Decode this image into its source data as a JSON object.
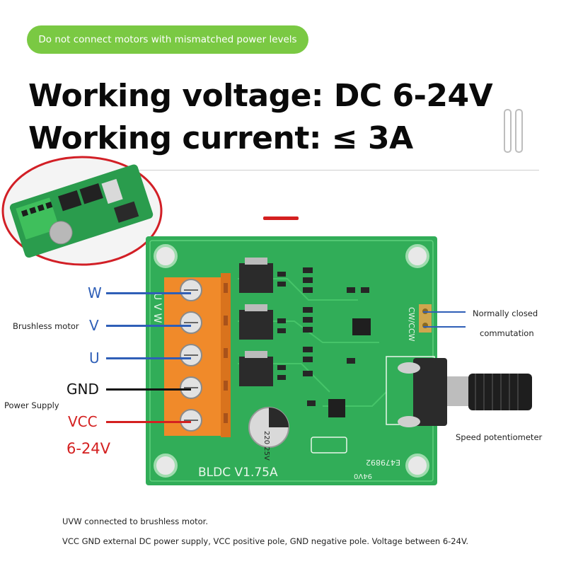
{
  "banner": "Do not connect motors with mismatched power levels",
  "headline": {
    "voltage": "Working voltage: DC 6-24V",
    "current": "Working current: ≤ 3A"
  },
  "wires": {
    "w": "W",
    "v": "V",
    "u": "U",
    "gnd": "GND",
    "vcc": "VCC",
    "voltage_range": "6-24V"
  },
  "labels": {
    "brushless_motor": "Brushless motor",
    "power_supply": "Power Supply",
    "normally_closed": "Normally closed",
    "commutation": "commutation",
    "speed_pot": "Speed potentiometer"
  },
  "board": {
    "model": "BLDC  V1.75A",
    "cap": "220 25V",
    "cwccw": "CW/CCW",
    "code": "E479892",
    "grade": "94V0",
    "uvw": "U V W"
  },
  "notes": {
    "line1": "UVW connected to brushless motor.",
    "line2": "VCC GND external DC power supply, VCC positive pole, GND negative pole. Voltage between 6-24V."
  },
  "colors": {
    "banner": "#7ac943",
    "pcb": "#2fae57",
    "terminal": "#f08a2a",
    "wire_blue": "#2f5fb7",
    "wire_red": "#d42020",
    "wire_black": "#111111"
  }
}
